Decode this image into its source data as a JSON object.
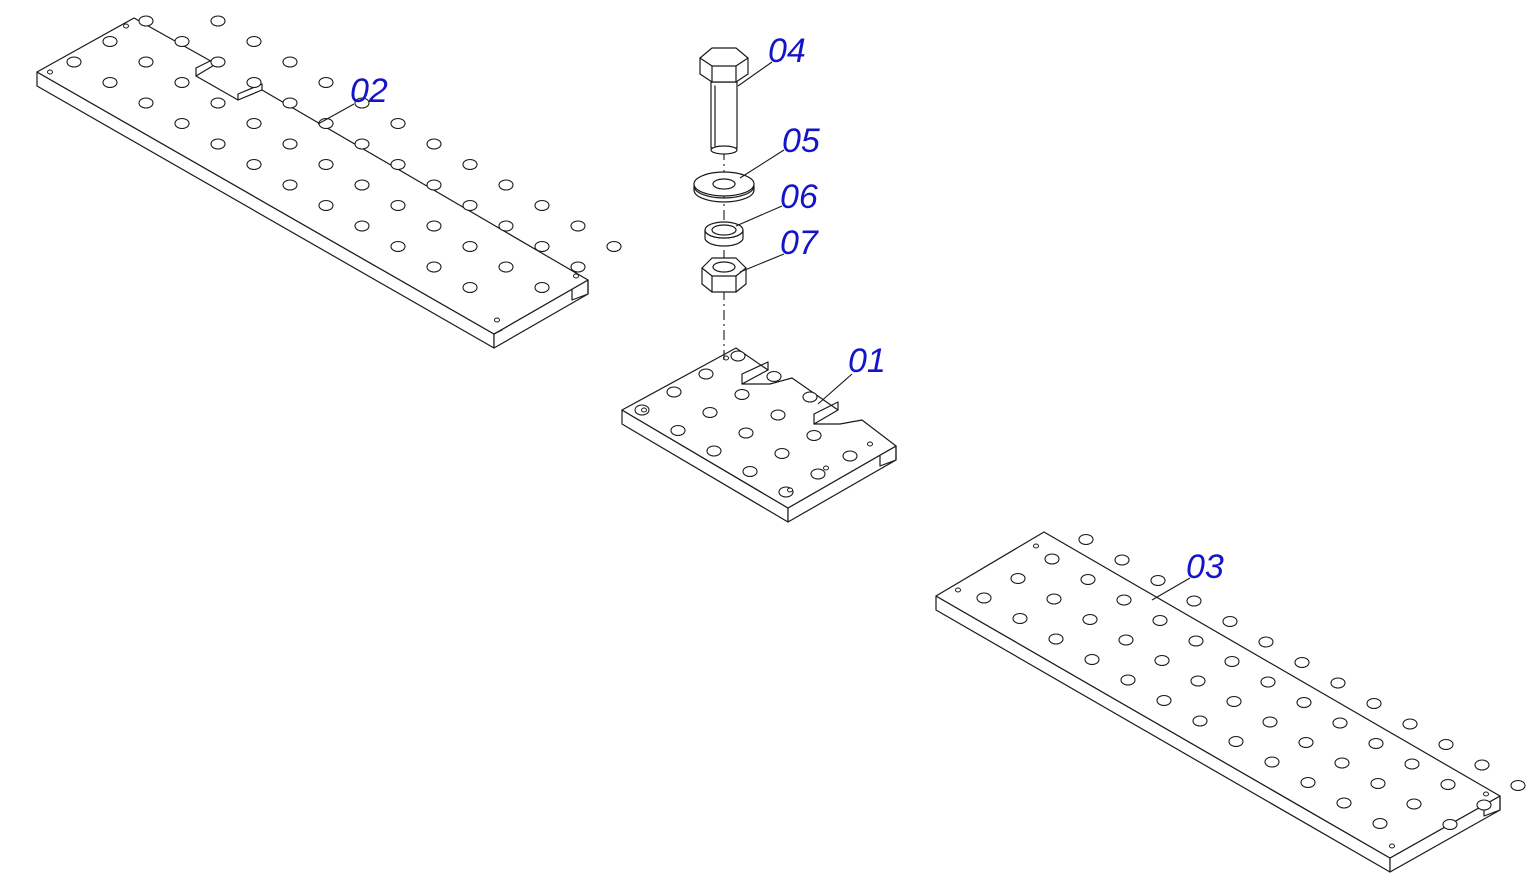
{
  "labels": {
    "part_01": "01",
    "part_02": "02",
    "part_03": "03",
    "part_04": "04",
    "part_05": "05",
    "part_06": "06",
    "part_07": "07"
  }
}
